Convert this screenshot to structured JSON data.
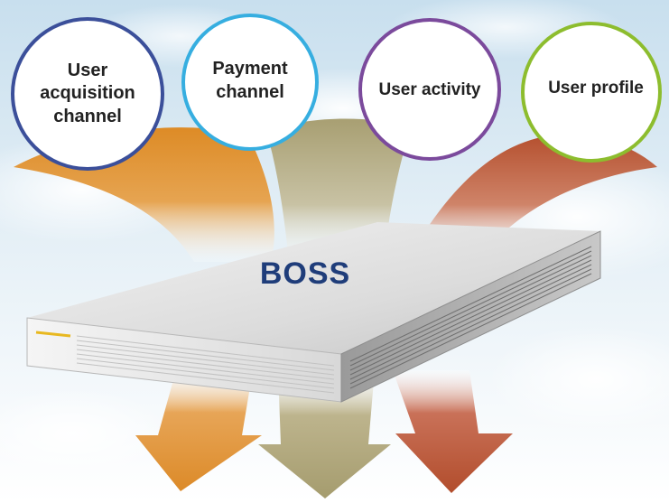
{
  "diagram": {
    "center_label": "BOSS",
    "inputs": [
      {
        "label": "User\nacquisition\nchannel",
        "color": "#3b4f9a"
      },
      {
        "label": "Payment\nchannel",
        "color": "#36aee0"
      },
      {
        "label": "User activity",
        "color": "#7b4a9c"
      },
      {
        "label": "User profile",
        "color": "#8dbd2e"
      }
    ],
    "arrow_colors": [
      "#dd8b26",
      "#a89f72",
      "#b5502f"
    ],
    "accent": "#e8b820"
  }
}
